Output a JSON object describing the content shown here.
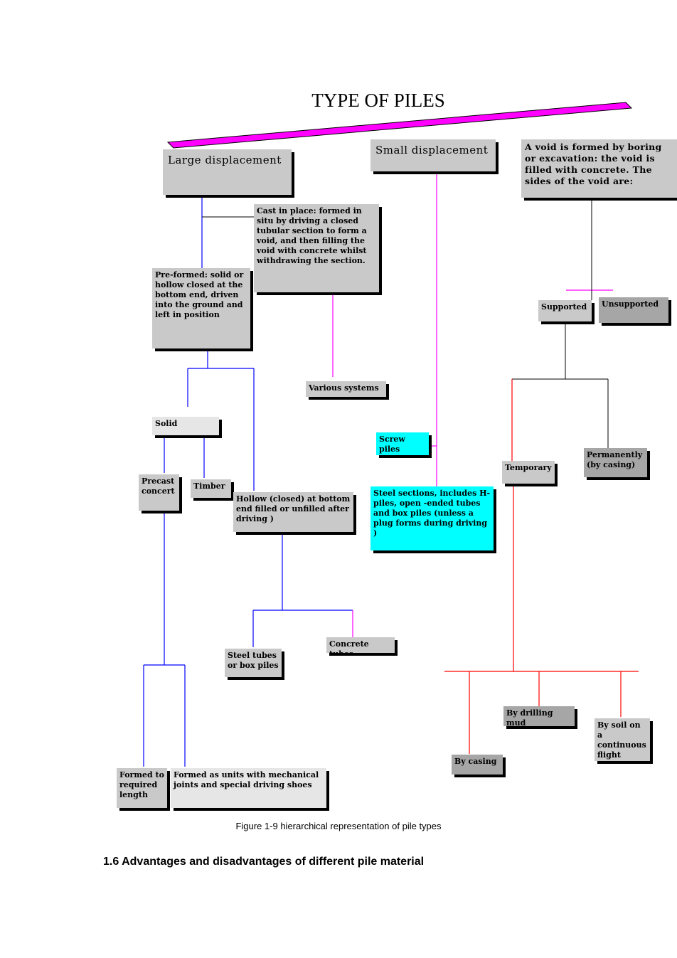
{
  "diagram": {
    "title": "TYPE OF PILES",
    "nodes": {
      "large_displacement": "Large displacement",
      "small_displacement": "Small displacement",
      "void_formed": "A void is formed by boring or excavation: the void is filled with concrete. The sides of the void are:",
      "cast_in_place": "Cast in place: formed in situ by driving a closed tubular section to form a void, and then filling the void with concrete whilst withdrawing the section.",
      "pre_formed": "Pre-formed: solid or hollow closed at the bottom end, driven into the ground and left in position",
      "various_systems": "Various systems",
      "supported": "Supported",
      "unsupported": "Unsupported",
      "solid": "Solid",
      "screw_piles": "Screw piles",
      "precast_concert": "Precast concert",
      "timber": "Timber",
      "hollow_closed": "Hollow (closed) at bottom end filled or unfilled after driving )",
      "steel_sections": "Steel sections, includes H-piles, open -ended tubes and box piles (unless a plug forms during driving )",
      "temporary": "Temporary",
      "permanently": "Permanently (by casing)",
      "concrete_tubes": "Concrete tubes",
      "steel_tubes": "Steel tubes or box piles",
      "by_drilling_mud": "By drilling mud",
      "by_soil_cfa": "By soil on a continuous flight auger CFA",
      "by_casing": "By casing",
      "formed_required_length": "Formed to required length",
      "formed_as_units": "Formed as units with mechanical joints and special driving shoes"
    },
    "colors": {
      "title_bar": "#ff00ff",
      "large_branch": "#0000ff",
      "small_branch": "#ff00ff",
      "void_branch": "#000000",
      "temporary_branch": "#ff0000",
      "cyan_box": "#00ffff"
    }
  },
  "caption": "Figure 1-9 hierarchical representation of pile types",
  "section_heading": "1.6 Advantages and disadvantages of different pile material"
}
